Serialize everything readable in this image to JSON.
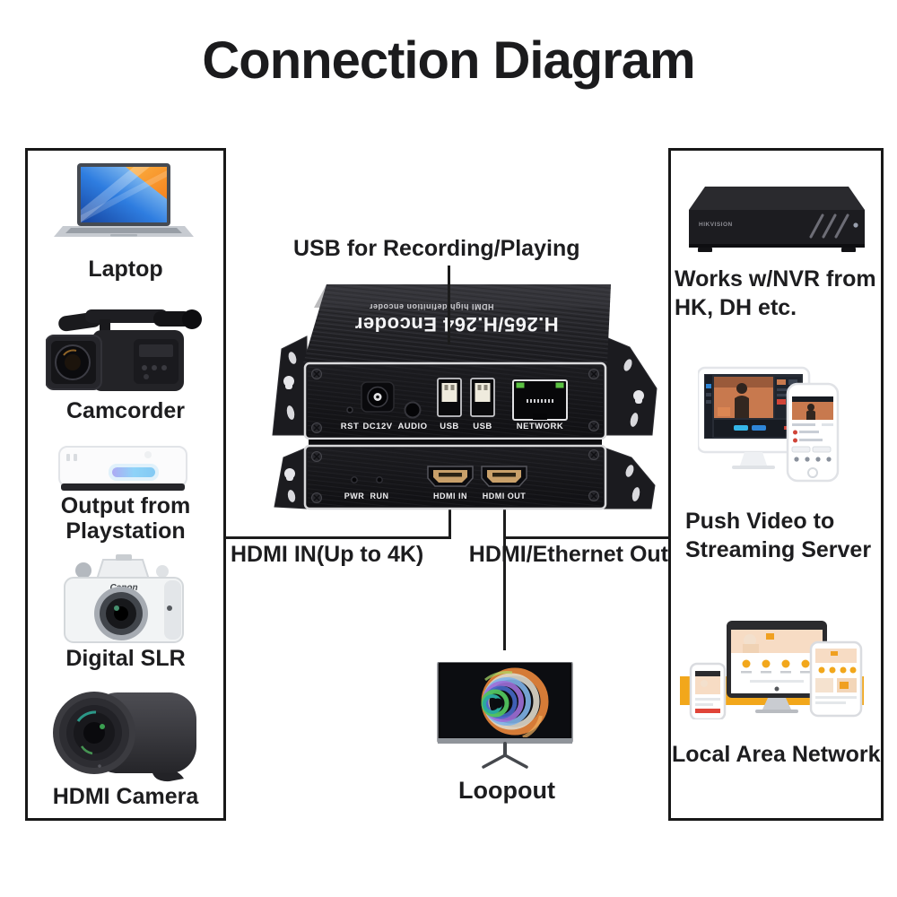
{
  "title": "Connection Diagram",
  "left_panel": {
    "items": [
      {
        "id": "laptop",
        "label": "Laptop"
      },
      {
        "id": "camcorder",
        "label": "Camcorder"
      },
      {
        "id": "playstation",
        "label_line1": "Output from",
        "label_line2": "Playstation"
      },
      {
        "id": "digital-slr",
        "label": "Digital SLR",
        "brand": "Canon"
      },
      {
        "id": "hdmi-camera",
        "label": "HDMI Camera"
      }
    ]
  },
  "encoder": {
    "model": "H.265/H.264 Encoder",
    "subtitle": "HDMI high definition encoder",
    "front_ports": [
      "RST",
      "DC12V",
      "AUDIO",
      "USB",
      "USB",
      "NETWORK"
    ],
    "rear_ports": [
      "PWR",
      "RUN",
      "HDMI IN",
      "HDMI OUT"
    ]
  },
  "callouts": {
    "usb": "USB for Recording/Playing",
    "hdmi_in": "HDMI IN(Up to 4K)",
    "hdmi_out": "HDMI/Ethernet Out",
    "loopout": "Loopout"
  },
  "right_panel": {
    "nvr": {
      "brand": "HIKVISION",
      "label_line1": "Works w/NVR from",
      "label_line2": "HK, DH etc."
    },
    "streaming": {
      "label_line1": "Push Video to",
      "label_line2": "Streaming Server"
    },
    "lan": {
      "label": "Local Area Network"
    }
  },
  "colors": {
    "connector_line": "#1c1c1c",
    "lan_band": "#F2A71B",
    "playstation_led": "#8ED3F8",
    "laptop_blue": "#2E7DE0",
    "laptop_orange": "#F5831F",
    "usb_tongue": "#EFEBDD",
    "hdmi_gold": "#C9A06A",
    "rj45_led_green": "#5BC142"
  }
}
